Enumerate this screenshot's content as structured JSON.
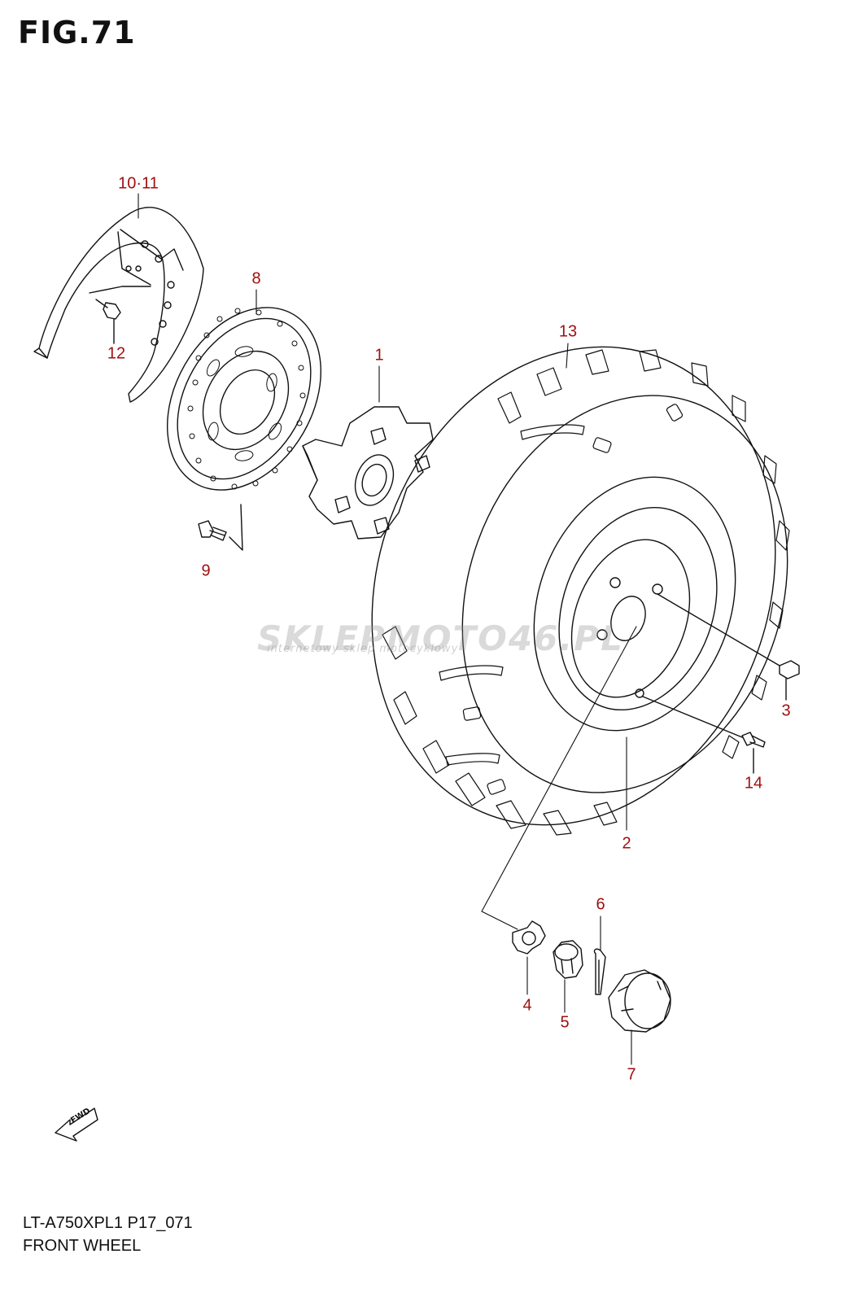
{
  "figure": {
    "title": "FIG.71"
  },
  "callouts": {
    "p1": "1",
    "p2": "2",
    "p3": "3",
    "p4": "4",
    "p5": "5",
    "p6": "6",
    "p7": "7",
    "p8": "8",
    "p9": "9",
    "p10_11": "10·11",
    "p12": "12",
    "p13": "13",
    "p14": "14"
  },
  "direction_arrow": {
    "label": "FWD"
  },
  "watermark": {
    "brand_a": "SKLEP",
    "brand_b": "MOTO",
    "brand_c": "46.PL",
    "tagline": "internetowy sklep motocyklowy"
  },
  "footer": {
    "model_code": "LT-A750XPL1 P17_071",
    "section_title": "FRONT WHEEL"
  },
  "colors": {
    "line": "#111111",
    "callout": "#a01010",
    "watermark": "#9a9a9a"
  }
}
